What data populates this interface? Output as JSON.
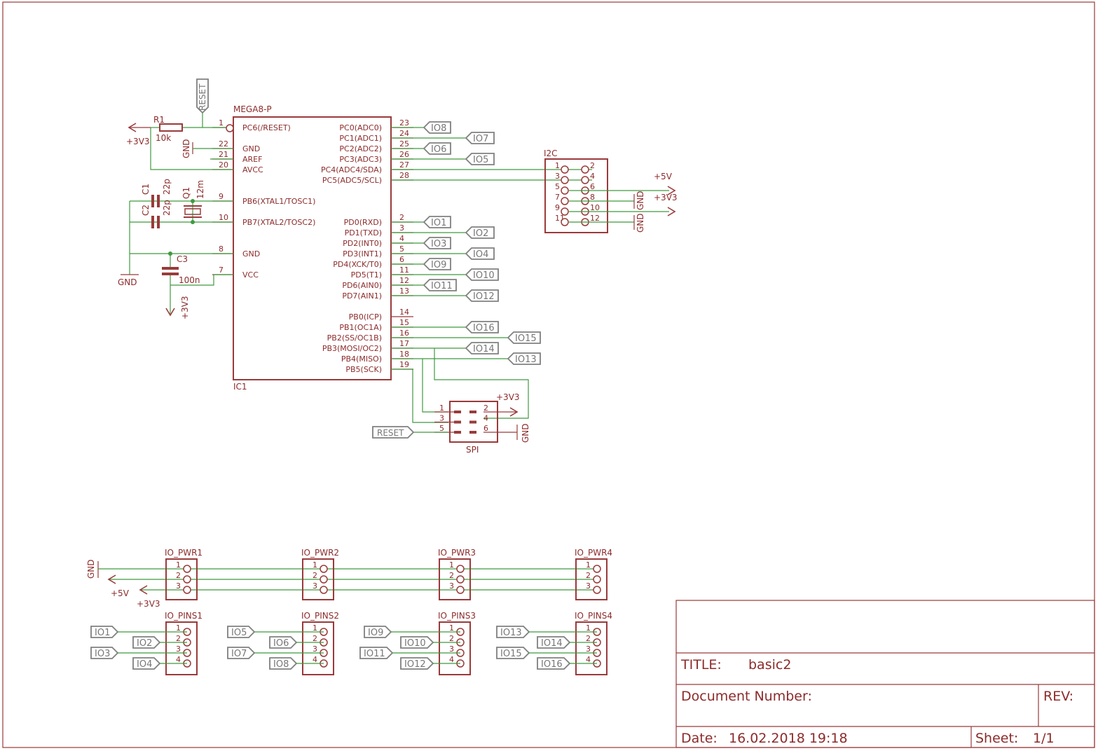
{
  "mcu": {
    "name": "MEGA8-P",
    "ref": "IC1",
    "left_pins": [
      {
        "num": "1",
        "name": "PC6(/RESET)"
      },
      {
        "num": "22",
        "name": "GND"
      },
      {
        "num": "21",
        "name": "AREF"
      },
      {
        "num": "20",
        "name": "AVCC"
      },
      {
        "num": "9",
        "name": "PB6(XTAL1/TOSC1)"
      },
      {
        "num": "10",
        "name": "PB7(XTAL2/TOSC2)"
      },
      {
        "num": "8",
        "name": "GND"
      },
      {
        "num": "7",
        "name": "VCC"
      }
    ],
    "right_pins": [
      {
        "num": "23",
        "name": "PC0(ADC0)"
      },
      {
        "num": "24",
        "name": "PC1(ADC1)"
      },
      {
        "num": "25",
        "name": "PC2(ADC2)"
      },
      {
        "num": "26",
        "name": "PC3(ADC3)"
      },
      {
        "num": "27",
        "name": "PC4(ADC4/SDA)"
      },
      {
        "num": "28",
        "name": "PC5(ADC5/SCL)"
      },
      {
        "num": "2",
        "name": "PD0(RXD)"
      },
      {
        "num": "3",
        "name": "PD1(TXD)"
      },
      {
        "num": "4",
        "name": "PD2(INT0)"
      },
      {
        "num": "5",
        "name": "PD3(INT1)"
      },
      {
        "num": "6",
        "name": "PD4(XCK/T0)"
      },
      {
        "num": "11",
        "name": "PD5(T1)"
      },
      {
        "num": "12",
        "name": "PD6(AIN0)"
      },
      {
        "num": "13",
        "name": "PD7(AIN1)"
      },
      {
        "num": "14",
        "name": "PB0(ICP)"
      },
      {
        "num": "15",
        "name": "PB1(OC1A)"
      },
      {
        "num": "16",
        "name": "PB2(SS/OC1B)"
      },
      {
        "num": "17",
        "name": "PB3(MOSI/OC2)"
      },
      {
        "num": "18",
        "name": "PB4(MISO)"
      },
      {
        "num": "19",
        "name": "PB5(SCK)"
      }
    ]
  },
  "mcu_net_labels": [
    "IO8",
    "IO7",
    "IO6",
    "IO5",
    "IO1",
    "IO2",
    "IO3",
    "IO4",
    "IO9",
    "IO10",
    "IO11",
    "IO12",
    "IO16",
    "IO15",
    "IO14",
    "IO13"
  ],
  "parts": {
    "r1": {
      "ref": "R1",
      "value": "10k"
    },
    "c1": {
      "ref": "C1",
      "value": "22p"
    },
    "c2": {
      "ref": "C2",
      "value": "22p"
    },
    "q1": {
      "ref": "Q1",
      "value": "12m"
    },
    "c3": {
      "ref": "C3",
      "value": "100n"
    }
  },
  "nets": {
    "reset": "RESET",
    "gnd": "GND",
    "v33": "+3V3",
    "v5": "+5V"
  },
  "i2c": {
    "ref": "I2C",
    "pins_left": [
      "1",
      "3",
      "5",
      "7",
      "9",
      "11"
    ],
    "pins_right": [
      "2",
      "4",
      "6",
      "8",
      "10",
      "12"
    ]
  },
  "spi": {
    "ref": "SPI",
    "pins_left": [
      "1",
      "3",
      "5"
    ],
    "pins_right": [
      "2",
      "4",
      "6"
    ]
  },
  "io_pwr": {
    "refs": [
      "IO_PWR1",
      "IO_PWR2",
      "IO_PWR3",
      "IO_PWR4"
    ],
    "pins": [
      "1",
      "2",
      "3"
    ]
  },
  "io_pins": {
    "refs": [
      "IO_PINS1",
      "IO_PINS2",
      "IO_PINS3",
      "IO_PINS4"
    ],
    "pins": [
      "1",
      "2",
      "3",
      "4"
    ],
    "labels": [
      [
        "IO1",
        "IO2",
        "IO3",
        "IO4"
      ],
      [
        "IO5",
        "IO6",
        "IO7",
        "IO8"
      ],
      [
        "IO9",
        "IO10",
        "IO11",
        "IO12"
      ],
      [
        "IO13",
        "IO14",
        "IO15",
        "IO16"
      ]
    ]
  },
  "title_block": {
    "title_label": "TITLE:",
    "title_value": "basic2",
    "docnum_label": "Document Number:",
    "rev_label": "REV:",
    "date_label": "Date:",
    "date_value": "16.02.2018 19:18",
    "sheet_label": "Sheet:",
    "sheet_value": "1/1"
  },
  "colors": {
    "symbol": "#9a3a3a",
    "wire": "#3f9a3f",
    "label_frame": "#808080",
    "text": "#8c2b2b"
  }
}
